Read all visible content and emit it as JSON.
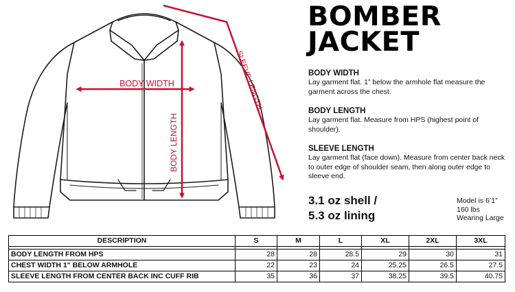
{
  "title": {
    "line1": "BOMBER",
    "line2": "JACKET"
  },
  "diagram": {
    "body_width_label": "BODY WIDTH",
    "body_length_label": "BODY LENGTH",
    "sleeve_length_label": "SLEEVE LENGTH",
    "arrow_color": "#c8102e",
    "line_color": "#1a1a1a"
  },
  "specs": [
    {
      "heading": "BODY WIDTH",
      "text": "Lay garment flat. 1” below the armhole flat measure the garment across the chest."
    },
    {
      "heading": "BODY LENGTH",
      "text": "Lay garment flat. Measure from HPS (highest point of shoulder)."
    },
    {
      "heading": "SLEEVE LENGTH",
      "text": "Lay garment flat (face down). Measure from center back neck to outer edge of shoulder seam, then along outer edge to sleeve end."
    }
  ],
  "fabric": {
    "line1": "3.1 oz shell /",
    "line2": "5.3 oz lining"
  },
  "model": {
    "line1": "Model is 6’1”",
    "line2": "160 lbs",
    "line3": "Wearing Large"
  },
  "size_table": {
    "headers": [
      "DESCRIPTION",
      "S",
      "M",
      "L",
      "XL",
      "2XL",
      "3XL"
    ],
    "rows": [
      {
        "label": "BODY LENGTH FROM HPS",
        "values": [
          "28",
          "28",
          "28.5",
          "29",
          "30",
          "31"
        ]
      },
      {
        "label": "CHEST WIDTH 1\" BELOW ARMHOLE",
        "values": [
          "22",
          "23",
          "24",
          "25.25",
          "26.5",
          "27.5"
        ]
      },
      {
        "label": "SLEEVE LENGTH FROM CENTER BACK INC CUFF RIB",
        "values": [
          "35",
          "36",
          "37",
          "38.25",
          "39.5",
          "40.75"
        ]
      }
    ]
  }
}
